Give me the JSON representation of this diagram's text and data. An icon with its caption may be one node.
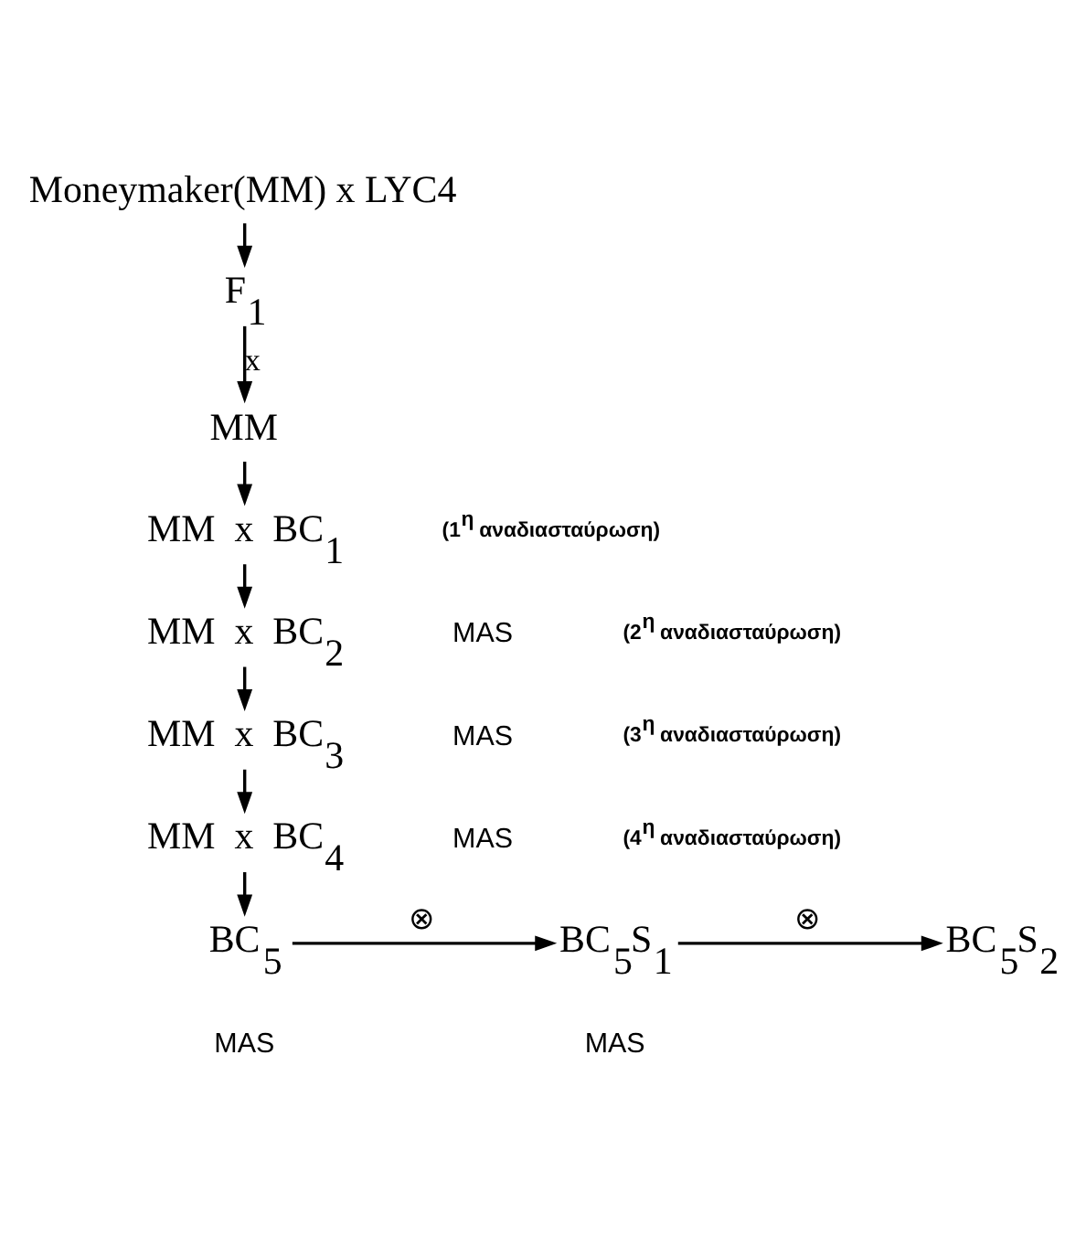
{
  "diagram": {
    "nodes": [
      {
        "text": [
          "Moneymaker(MM) x LYC4"
        ]
      },
      {
        "text": [
          "F$_{1}$"
        ]
      },
      {
        "text": [
          "MM"
        ]
      },
      {
        "text": [
          "MM  x  BC$_{1}$"
        ]
      },
      {
        "text": [
          "MM  x  BC$_{2}$"
        ]
      },
      {
        "text": [
          "MM  x  BC$_{3}$"
        ]
      },
      {
        "text": [
          "MM  x  BC$_{4}$"
        ]
      },
      {
        "text": [
          "BC$_{5}$"
        ],
        "beside": [
          "MAS"
        ]
      },
      {
        "text": [
          "BC$_{5}$S$_{1}$"
        ],
        "beside": [
          "MAS"
        ]
      },
      {
        "text": [
          "BC$_{5}$S$_{2}$"
        ]
      }
    ],
    "edges": [
      {
        "from": 0,
        "to": 1,
        "arrow": "to"
      },
      {
        "from": 1,
        "to": 2,
        "arrow": "to",
        "label": "x"
      },
      {
        "from": 2,
        "to": 3,
        "arrow": "to"
      },
      {
        "from": 3,
        "to": 4,
        "arrow": "to"
      },
      {
        "from": 4,
        "to": 5,
        "arrow": "to"
      },
      {
        "from": 5,
        "to": 6,
        "arrow": "to"
      },
      {
        "from": 6,
        "to": 7,
        "arrow": "to"
      },
      {
        "from": 7,
        "to": 8,
        "arrow": "to",
        "label": "⊗"
      },
      {
        "from": 8,
        "to": 9,
        "arrow": "to",
        "label": "⊗"
      }
    ],
    "labels": [
      "(1$^{η}$ αναδιασταύρωση)",
      "MAS",
      "(2$^{η}$ αναδιασταύρωση)",
      "MAS",
      "(3$^{η}$ αναδιασταύρωση)",
      "MAS",
      "(4$^{η}$ αναδιασταύρωση)"
    ]
  }
}
